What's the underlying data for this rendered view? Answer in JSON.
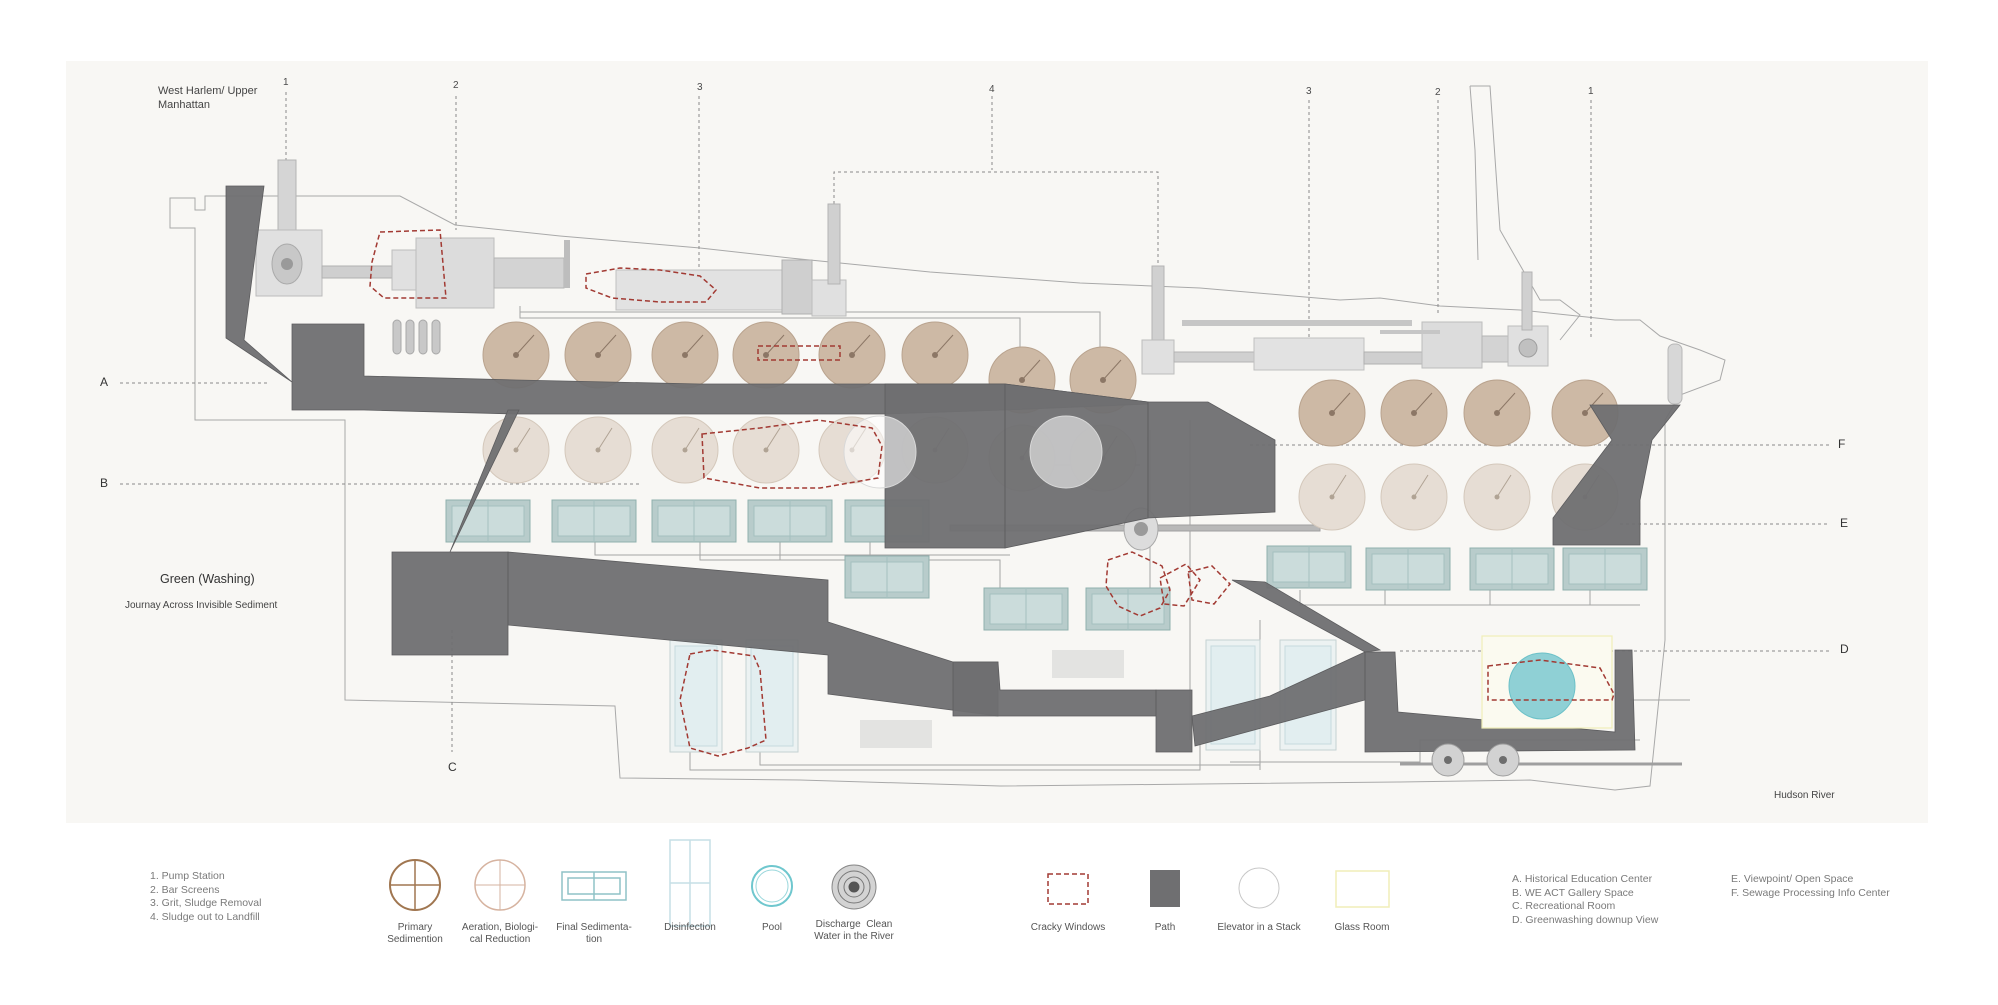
{
  "site": {
    "location": "West Harlem/ Upper\nManhattan",
    "river": "Hudson River",
    "title": "Green (Washing)",
    "subtitle": "Journay Across Invisible Sediment"
  },
  "top_markers": [
    "1",
    "2",
    "3",
    "4",
    "3",
    "2",
    "1"
  ],
  "section_markers": {
    "left": [
      "A",
      "B"
    ],
    "right": [
      "F",
      "E",
      "D"
    ],
    "bottom": "C"
  },
  "legend_process": [
    "1.  Pump Station",
    "2.  Bar Screens",
    "3.  Grit, Sludge Removal",
    "4.  Sludge out to Landfill"
  ],
  "legend_symbols": [
    {
      "icon": "primary-sedimentation-icon",
      "label": "Primary\nSedimention"
    },
    {
      "icon": "aeration-icon",
      "label": "Aeration, Biologi-\ncal Reduction"
    },
    {
      "icon": "final-sedimentation-icon",
      "label": "Final Sedimenta-\ntion"
    },
    {
      "icon": "disinfection-icon",
      "label": "Disinfection"
    },
    {
      "icon": "pool-icon",
      "label": "Pool"
    },
    {
      "icon": "discharge-icon",
      "label": "Discharge  Clean\nWater in the River"
    },
    {
      "icon": "cracky-windows-icon",
      "label": "Cracky Windows"
    },
    {
      "icon": "path-icon",
      "label": "Path"
    },
    {
      "icon": "elevator-icon",
      "label": "Elevator in a Stack"
    },
    {
      "icon": "glass-room-icon",
      "label": "Glass Room"
    }
  ],
  "legend_spaces_left": [
    "A.  Historical Education Center",
    "B.  WE ACT Gallery Space",
    "C.  Recreational Room",
    "D.  Greenwashing downup View"
  ],
  "legend_spaces_right": [
    "E. Viewpoint/ Open Space",
    "F.  Sewage Processing  Info Center"
  ],
  "colors": {
    "panel": "#f8f7f4",
    "path": "#6f6f71",
    "primary_tank": "#cdb9a5",
    "aeration_tank": "#e6ddd4",
    "final_sed": "#b8cccb",
    "disinfection": "#e2eef0",
    "pool": "#8fd0d5",
    "cracky": "#a23a33",
    "glass": "#f1eeb8"
  }
}
